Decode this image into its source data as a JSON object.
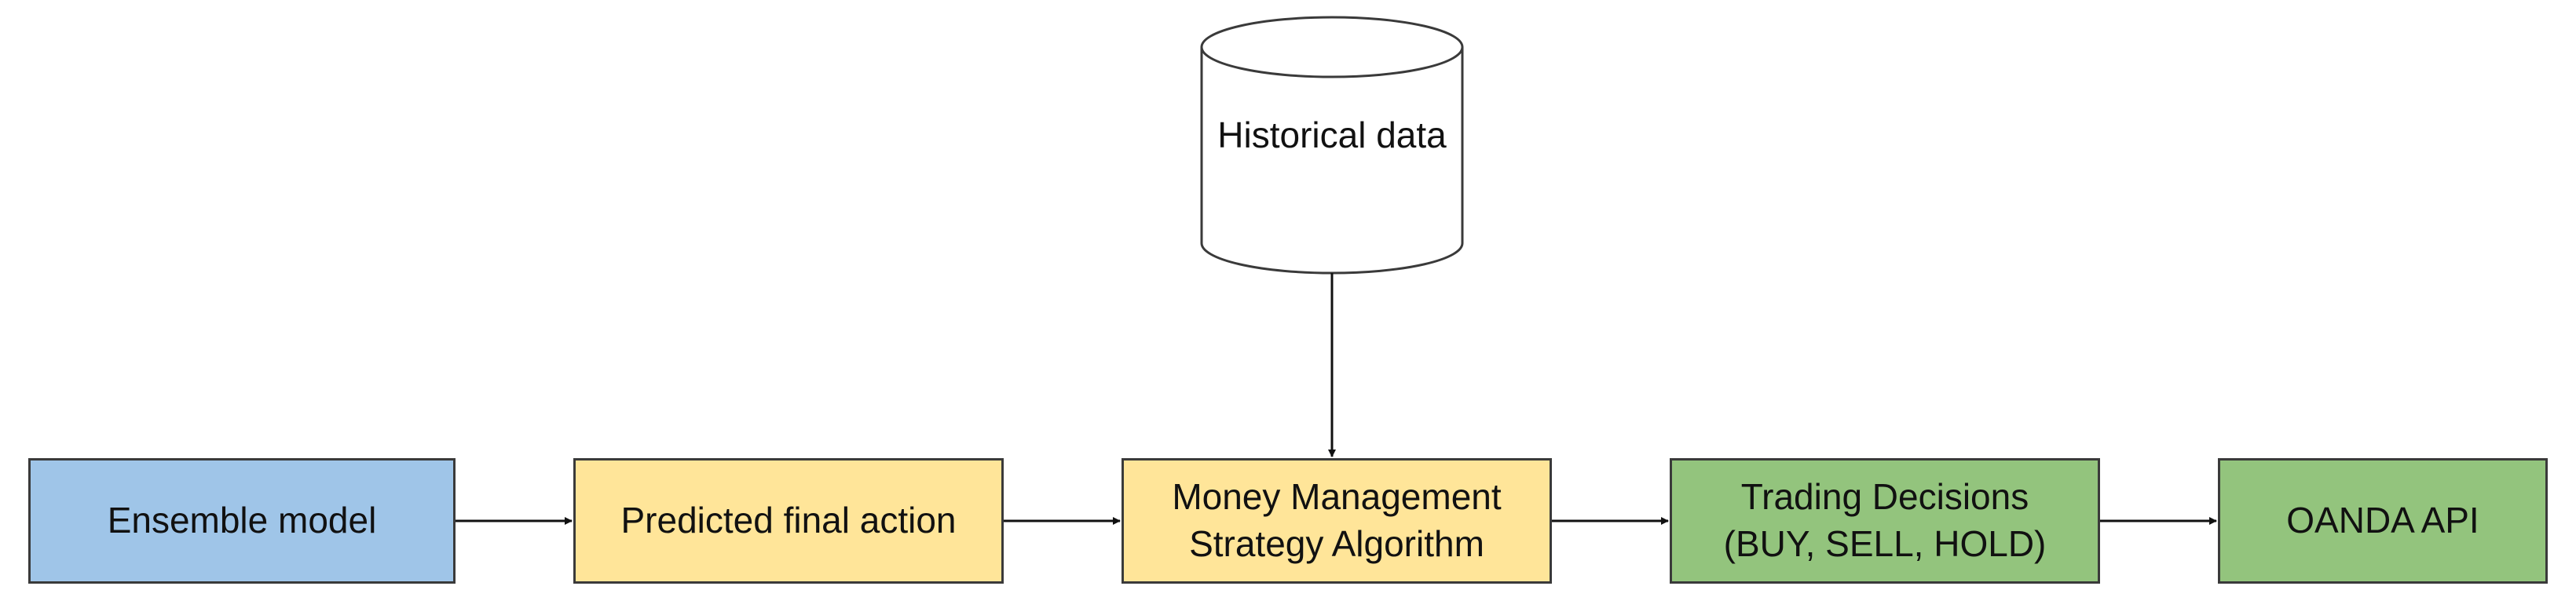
{
  "diagram": {
    "nodes": {
      "ensemble": {
        "label": "Ensemble model",
        "color": "#9fc5e8"
      },
      "predicted": {
        "label": "Predicted final action",
        "color": "#ffe599"
      },
      "money": {
        "line1": "Money Management",
        "line2": "Strategy Algorithm",
        "color": "#ffe599"
      },
      "trading": {
        "line1": "Trading Decisions",
        "line2": "(BUY, SELL, HOLD)",
        "color": "#93c47d"
      },
      "oanda": {
        "label": "OANDA API",
        "color": "#93c47d"
      },
      "historical": {
        "line1": "Historical",
        "line2": "data",
        "shape": "cylinder"
      }
    },
    "edges": [
      {
        "from": "ensemble",
        "to": "predicted"
      },
      {
        "from": "predicted",
        "to": "money"
      },
      {
        "from": "historical",
        "to": "money"
      },
      {
        "from": "money",
        "to": "trading"
      },
      {
        "from": "trading",
        "to": "oanda"
      }
    ]
  }
}
